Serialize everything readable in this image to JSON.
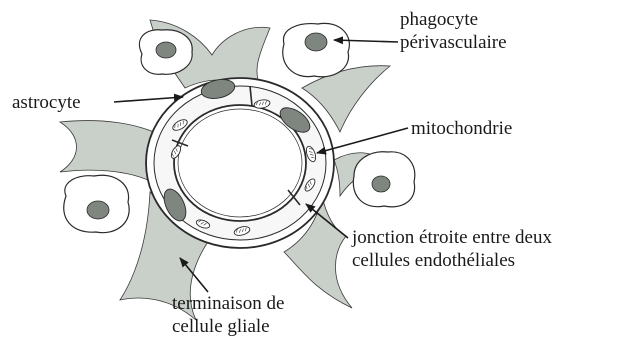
{
  "labels": {
    "phagocyte": {
      "line1": "phagocyte",
      "line2": "périvasculaire"
    },
    "astrocyte": "astrocyte",
    "mitochondrie": "mitochondrie",
    "jonction": {
      "line1": "jonction étroite entre deux",
      "line2": "cellules endothéliales"
    },
    "terminaison": {
      "line1": "terminaison de",
      "line2": "cellule gliale"
    }
  },
  "colors": {
    "glial_fill": "#c9cfc9",
    "nucleus_fill": "#7f857f",
    "outline": "#2a2a2a",
    "background": "#ffffff"
  }
}
